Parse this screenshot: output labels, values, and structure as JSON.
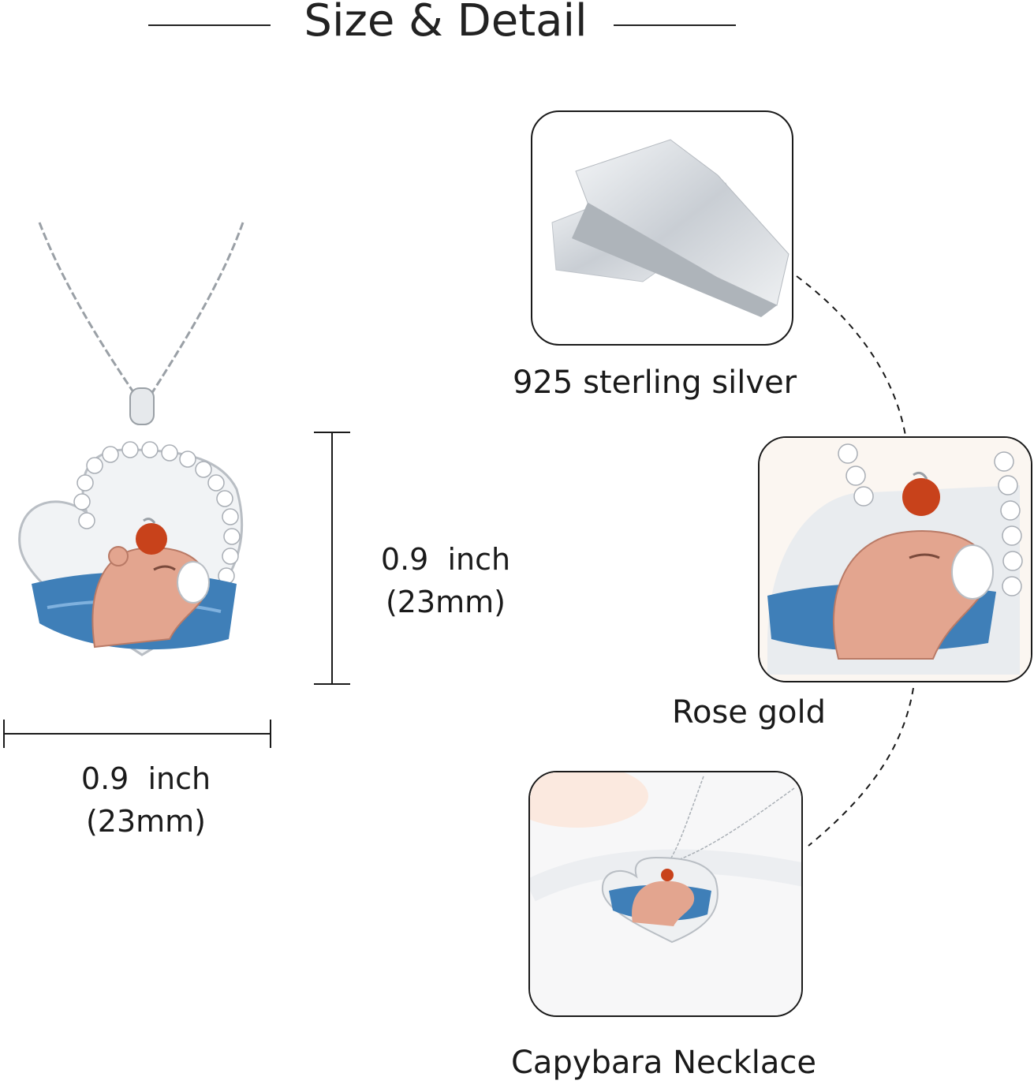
{
  "header": {
    "title": "Size & Detail"
  },
  "dimensions": {
    "height": {
      "inch": "0.9  inch",
      "mm": "(23mm)"
    },
    "width": {
      "inch": "0.9  inch",
      "mm": "(23mm)"
    }
  },
  "details": [
    {
      "caption": "925 sterling silver",
      "icon": "silver-bars-image"
    },
    {
      "caption": "Rose gold",
      "icon": "rose-gold-closeup-image"
    },
    {
      "caption": "Capybara Necklace",
      "icon": "necklace-photo-image"
    }
  ],
  "colors": {
    "silver": "#d9dde2",
    "rose_gold": "#e3a58f",
    "enamel_blue": "#3f7fb8",
    "orange": "#c8421b",
    "line": "#1a1a1a"
  }
}
